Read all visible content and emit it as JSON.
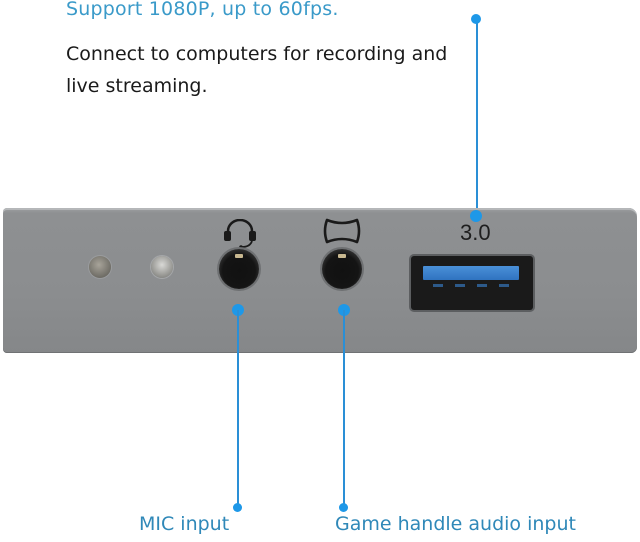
{
  "header": {
    "headline": "Support 1080P, up to 60fps.",
    "description": "Connect to computers for recording and live streaming."
  },
  "device": {
    "usb_port_label": "3.0",
    "ports": [
      {
        "name": "led-1",
        "type": "indicator"
      },
      {
        "name": "led-2",
        "type": "indicator"
      },
      {
        "name": "mic-jack",
        "icon": "headset-icon"
      },
      {
        "name": "game-audio-jack",
        "icon": "gamepad-icon"
      },
      {
        "name": "usb-3-port",
        "color": "#3b82d0"
      }
    ]
  },
  "callouts": {
    "mic": "MIC input",
    "game": "Game handle audio input"
  },
  "colors": {
    "accent_blue": "#1e98e8",
    "headline_blue": "#3a9ac9",
    "label_blue": "#2f88b8",
    "plate_gray": "#8b8d8f"
  }
}
